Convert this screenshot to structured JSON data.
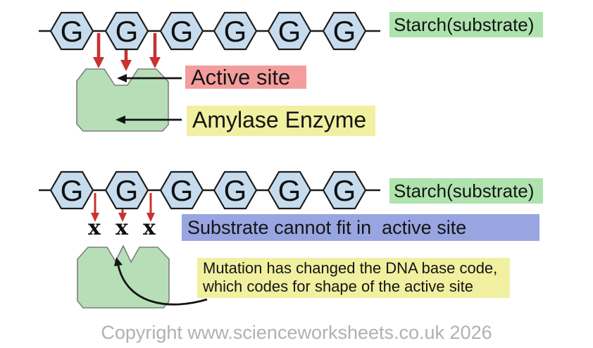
{
  "diagram": {
    "normal": {
      "glucose_units": [
        "G",
        "G",
        "G",
        "G",
        "G",
        "G"
      ],
      "substrate_label": "Starch(substrate)",
      "active_site_label": "Active site",
      "enzyme_label": "Amylase Enzyme"
    },
    "mutated": {
      "glucose_units": [
        "G",
        "G",
        "G",
        "G",
        "G",
        "G"
      ],
      "substrate_label": "Starch(substrate)",
      "blocked_marks": [
        "x",
        "x",
        "x"
      ],
      "cannot_fit_label": "Substrate cannot fit in  active site",
      "note_line1": "Mutation has changed the DNA base code,",
      "note_line2": "which codes for shape of the active site"
    },
    "footer": {
      "copyright": "Copyright www.scienceworksheets.co.uk 2026"
    },
    "colors": {
      "hexagon_fill": "#c6dcee",
      "hexagon_stroke": "#1c1c1c",
      "enzyme_fill": "#b7dfb7",
      "enzyme_stroke": "#7d7d7d",
      "arrow_red": "#c83232",
      "highlight_green": "#aee3ae",
      "highlight_pink": "#f49d9d",
      "highlight_yellow": "#f0f0a0",
      "highlight_blue": "#98a5e0",
      "copyright_gray": "#b1b1b1"
    }
  }
}
